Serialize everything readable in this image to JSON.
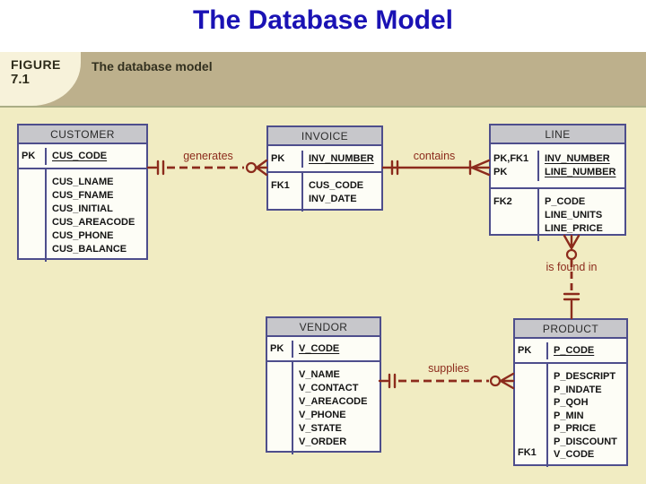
{
  "title": "The Database Model",
  "figure": {
    "label_line1": "FIGURE",
    "label_line2": "7.1",
    "caption": "The database model"
  },
  "colors": {
    "title_blue": "#1a12b4",
    "relationship_maroon": "#8c2b1c",
    "panel_beige": "#f1ecc2",
    "figure_bar_tan": "#bdb08c",
    "figure_tab_cream": "#f7f2da",
    "entity_header_gray": "#c7c7cb",
    "entity_border_blue": "#4e4e8c"
  },
  "entities": {
    "customer": {
      "name": "CUSTOMER",
      "pk_key": "PK",
      "pk_attr": "CUS_CODE",
      "attrs": [
        "CUS_LNAME",
        "CUS_FNAME",
        "CUS_INITIAL",
        "CUS_AREACODE",
        "CUS_PHONE",
        "CUS_BALANCE"
      ]
    },
    "invoice": {
      "name": "INVOICE",
      "pk_key": "PK",
      "pk_attr": "INV_NUMBER",
      "fk_key": "FK1",
      "attrs": [
        "CUS_CODE",
        "INV_DATE"
      ]
    },
    "line": {
      "name": "LINE",
      "pk_keys": [
        "PK,FK1",
        "PK"
      ],
      "pk_attrs": [
        "INV_NUMBER",
        "LINE_NUMBER"
      ],
      "fk_key": "FK2",
      "attrs": [
        "P_CODE",
        "LINE_UNITS",
        "LINE_PRICE"
      ]
    },
    "vendor": {
      "name": "VENDOR",
      "pk_key": "PK",
      "pk_attr": "V_CODE",
      "attrs": [
        "V_NAME",
        "V_CONTACT",
        "V_AREACODE",
        "V_PHONE",
        "V_STATE",
        "V_ORDER"
      ]
    },
    "product": {
      "name": "PRODUCT",
      "pk_key": "PK",
      "pk_attr": "P_CODE",
      "fk_key": "FK1",
      "attrs": [
        "P_DESCRIPT",
        "P_INDATE",
        "P_QOH",
        "P_MIN",
        "P_PRICE",
        "P_DISCOUNT",
        "V_CODE"
      ]
    }
  },
  "relationships": {
    "generates": {
      "label": "generates",
      "from": "CUSTOMER",
      "to": "INVOICE",
      "from_symbol": "one-and-only-one",
      "to_symbol": "zero-or-many",
      "line_style": "dashed"
    },
    "contains": {
      "label": "contains",
      "from": "INVOICE",
      "to": "LINE",
      "from_symbol": "one-and-only-one",
      "to_symbol": "one-or-many",
      "line_style": "solid"
    },
    "is_found_in": {
      "label": "is found in",
      "from": "PRODUCT",
      "to": "LINE",
      "from_symbol": "one-and-only-one",
      "to_symbol": "zero-or-many",
      "line_style": "dashed"
    },
    "supplies": {
      "label": "supplies",
      "from": "VENDOR",
      "to": "PRODUCT",
      "from_symbol": "one-and-only-one",
      "to_symbol": "zero-or-many",
      "line_style": "dashed"
    }
  }
}
